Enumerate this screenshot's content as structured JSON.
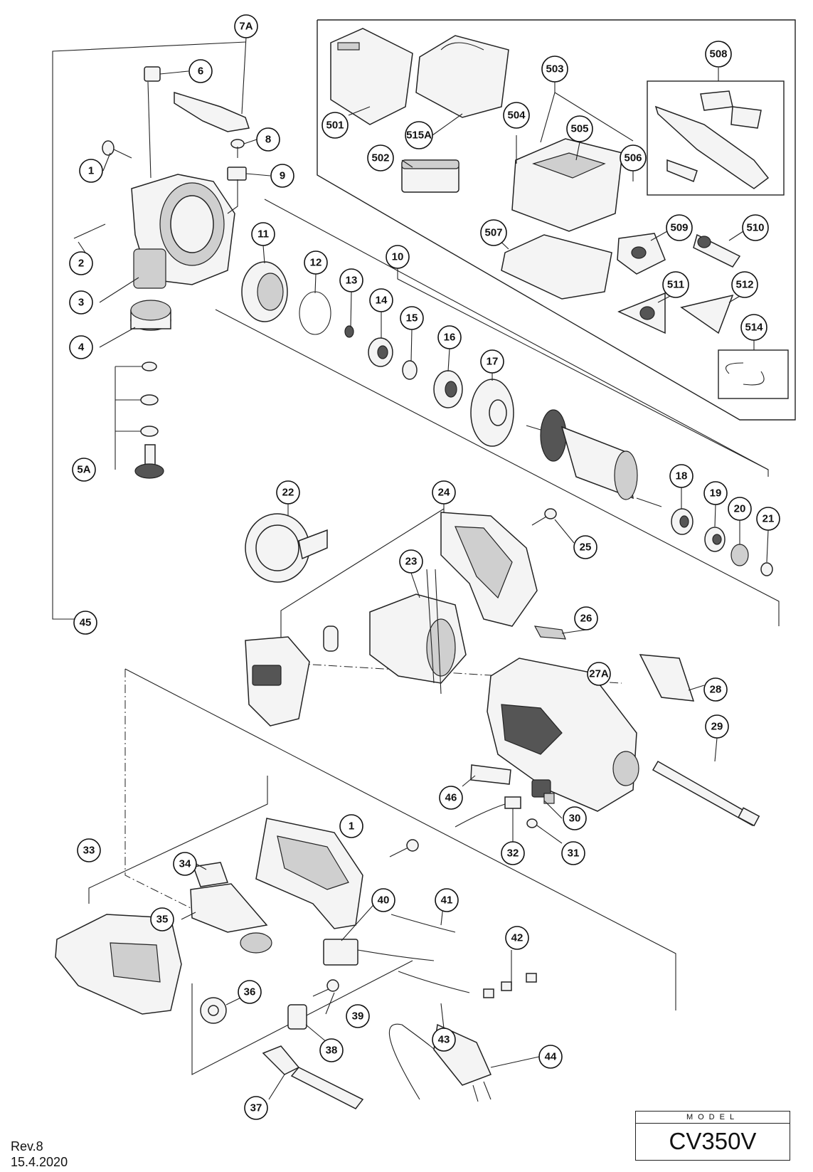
{
  "model": {
    "label": "MODEL",
    "name": "CV350V"
  },
  "revision": {
    "rev": "Rev.8",
    "date": "15.4.2020"
  },
  "callouts": [
    "7A",
    "6",
    "8",
    "1",
    "9",
    "2",
    "3",
    "4",
    "5A",
    "11",
    "12",
    "13",
    "10",
    "14",
    "15",
    "16",
    "17",
    "22",
    "24",
    "18",
    "19",
    "20",
    "21",
    "25",
    "23",
    "45",
    "26",
    "27A",
    "28",
    "29",
    "46",
    "30",
    "32",
    "31",
    "33",
    "34",
    "1",
    "40",
    "41",
    "35",
    "42",
    "36",
    "39",
    "43",
    "38",
    "44",
    "37",
    "501",
    "515A",
    "503",
    "508",
    "504",
    "505",
    "506",
    "502",
    "507",
    "509",
    "510",
    "511",
    "512",
    "514"
  ]
}
